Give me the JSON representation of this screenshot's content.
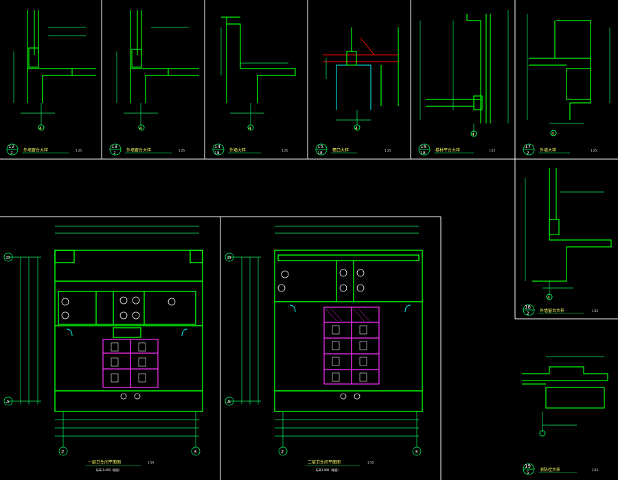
{
  "colors": {
    "background": "#000000",
    "frame": "#ffffff",
    "wall": "#00ff00",
    "dim": "#00ff66",
    "glass": "#00ffff",
    "partition": "#ff33ff",
    "section": "#ff0000",
    "label": "#ffff66"
  },
  "details": [
    {
      "num": "12",
      "sheet": "2",
      "title": "外墙窗台大样",
      "scale": "1:25"
    },
    {
      "num": "13",
      "sheet": "2",
      "title": "外墙窗台大样",
      "scale": "1:25"
    },
    {
      "num": "14",
      "sheet": "18",
      "title": "外墙大样",
      "scale": "1:25"
    },
    {
      "num": "15",
      "sheet": "18",
      "title": "檐口大样",
      "scale": "1:25"
    },
    {
      "num": "16",
      "sheet": "18",
      "title": "卷材平台大样",
      "scale": "1:25"
    },
    {
      "num": "17",
      "sheet": "2",
      "title": "外墙大样",
      "scale": "1:25"
    },
    {
      "num": "18",
      "sheet": "2",
      "title": "外墙窗台大样",
      "scale": "1:25"
    },
    {
      "num": "19",
      "sheet": "5",
      "title": "消防栓大样",
      "scale": "1:25"
    }
  ],
  "plans": [
    {
      "title": "一层卫生间平面图",
      "subtitle": "标高-0.450（楼面）",
      "scale": "1:50"
    },
    {
      "title": "二层卫生间平面图",
      "subtitle": "标高3.900（楼面）",
      "scale": "1:50"
    }
  ],
  "axes": {
    "row_top": "D",
    "row_bottom": "A",
    "col_left": "2",
    "col_right": "3"
  },
  "detail_markers": [
    "4",
    "4",
    "4",
    "4",
    "4",
    "4",
    "4"
  ]
}
